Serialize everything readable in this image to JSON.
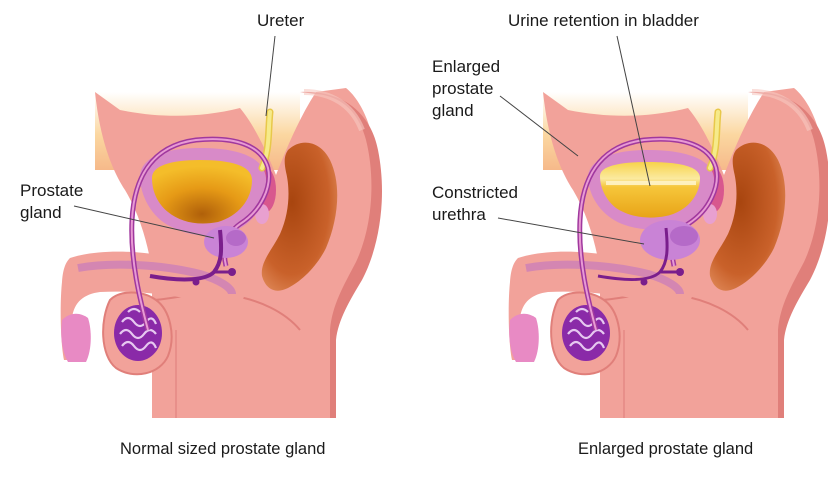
{
  "left_panel": {
    "labels": {
      "ureter": "Ureter",
      "prostate_line1": "Prostate",
      "prostate_line2": "gland"
    },
    "caption": "Normal sized prostate gland"
  },
  "right_panel": {
    "labels": {
      "urine": "Urine retention in bladder",
      "enlarged_line1": "Enlarged",
      "enlarged_line2": "prostate",
      "enlarged_line3": "gland",
      "constricted_line1": "Constricted",
      "constricted_line2": "urethra"
    },
    "caption": "Enlarged prostate gland"
  },
  "colors": {
    "skin": "#f2a29a",
    "skin_dark": "#e07f7a",
    "bladder_wall": "#d88ac8",
    "urine": "#f1b21c",
    "urine_dark": "#c27208",
    "prostate": "#c983d6",
    "duct": "#7a1e8c",
    "rectum": "#c3561f",
    "ureter": "#f2e37a",
    "fat": "#fbd8a0"
  }
}
